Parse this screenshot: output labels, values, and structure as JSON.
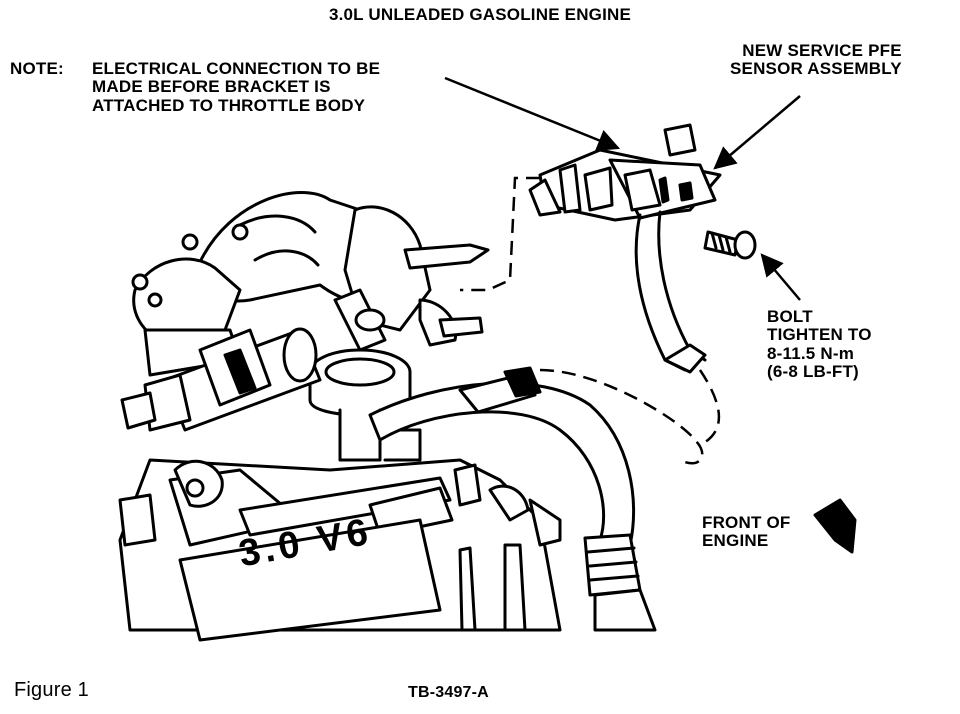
{
  "title": "3.0L UNLEADED GASOLINE ENGINE",
  "note": {
    "prefix": "NOTE:",
    "lines": [
      "ELECTRICAL CONNECTION TO BE",
      "MADE BEFORE BRACKET IS",
      "ATTACHED TO THROTTLE BODY"
    ]
  },
  "sensor_label": {
    "lines": [
      "NEW SERVICE PFE",
      "SENSOR ASSEMBLY"
    ]
  },
  "bolt_label": {
    "lines": [
      "BOLT",
      "TIGHTEN TO",
      "8-11.5 N-m",
      "(6-8 LB-FT)"
    ]
  },
  "front_label": {
    "lines": [
      "FRONT OF",
      "ENGINE"
    ]
  },
  "engine_badge": "3.0 V6",
  "figure_caption": "Figure  1",
  "drawing_code": "TB-3497-A"
}
